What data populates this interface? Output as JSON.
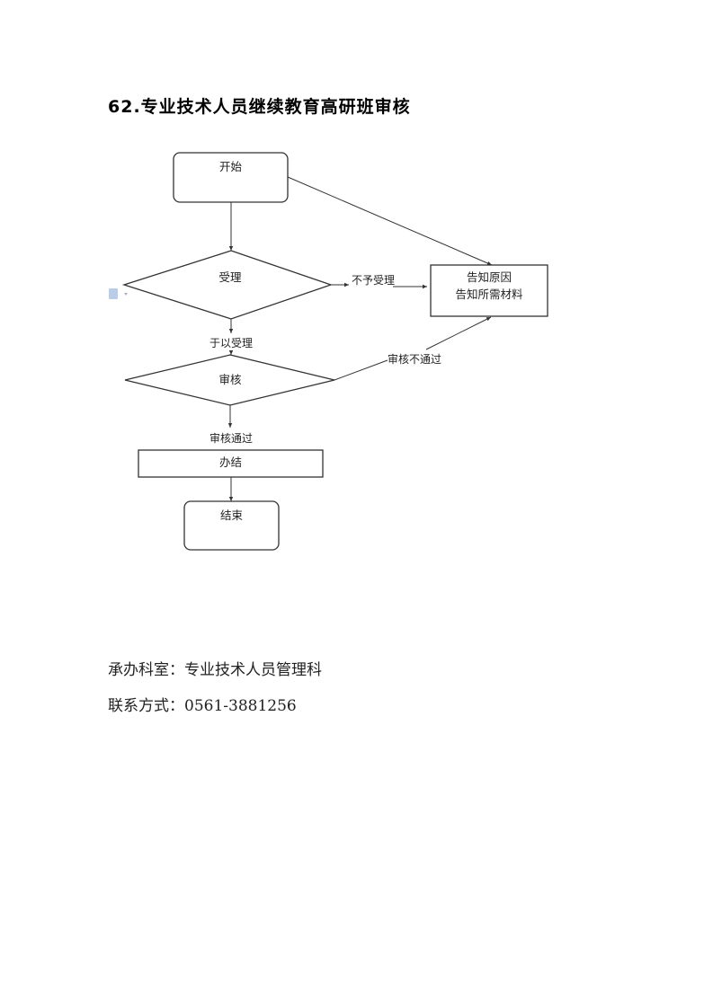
{
  "document": {
    "title": "62.专业技术人员继续教育高研班审核"
  },
  "flowchart": {
    "nodes": {
      "start": "开始",
      "accept_decision": "受理",
      "notify_line1": "告知原因",
      "notify_line2": "告知所需材料",
      "review_decision": "审核",
      "complete": "办结",
      "end": "结束"
    },
    "edges": {
      "reject": "不予受理",
      "accept": "于以受理",
      "review_fail": "审核不通过",
      "review_pass": "审核通过"
    }
  },
  "footer": {
    "department_label": "承办科室：",
    "department_value": "专业技术人员管理科",
    "contact_label": "联系方式：",
    "contact_value": "0561-3881256"
  },
  "icons": {
    "doc_icon": "document-icon"
  },
  "colors": {
    "line": "#333333",
    "text": "#222222"
  }
}
